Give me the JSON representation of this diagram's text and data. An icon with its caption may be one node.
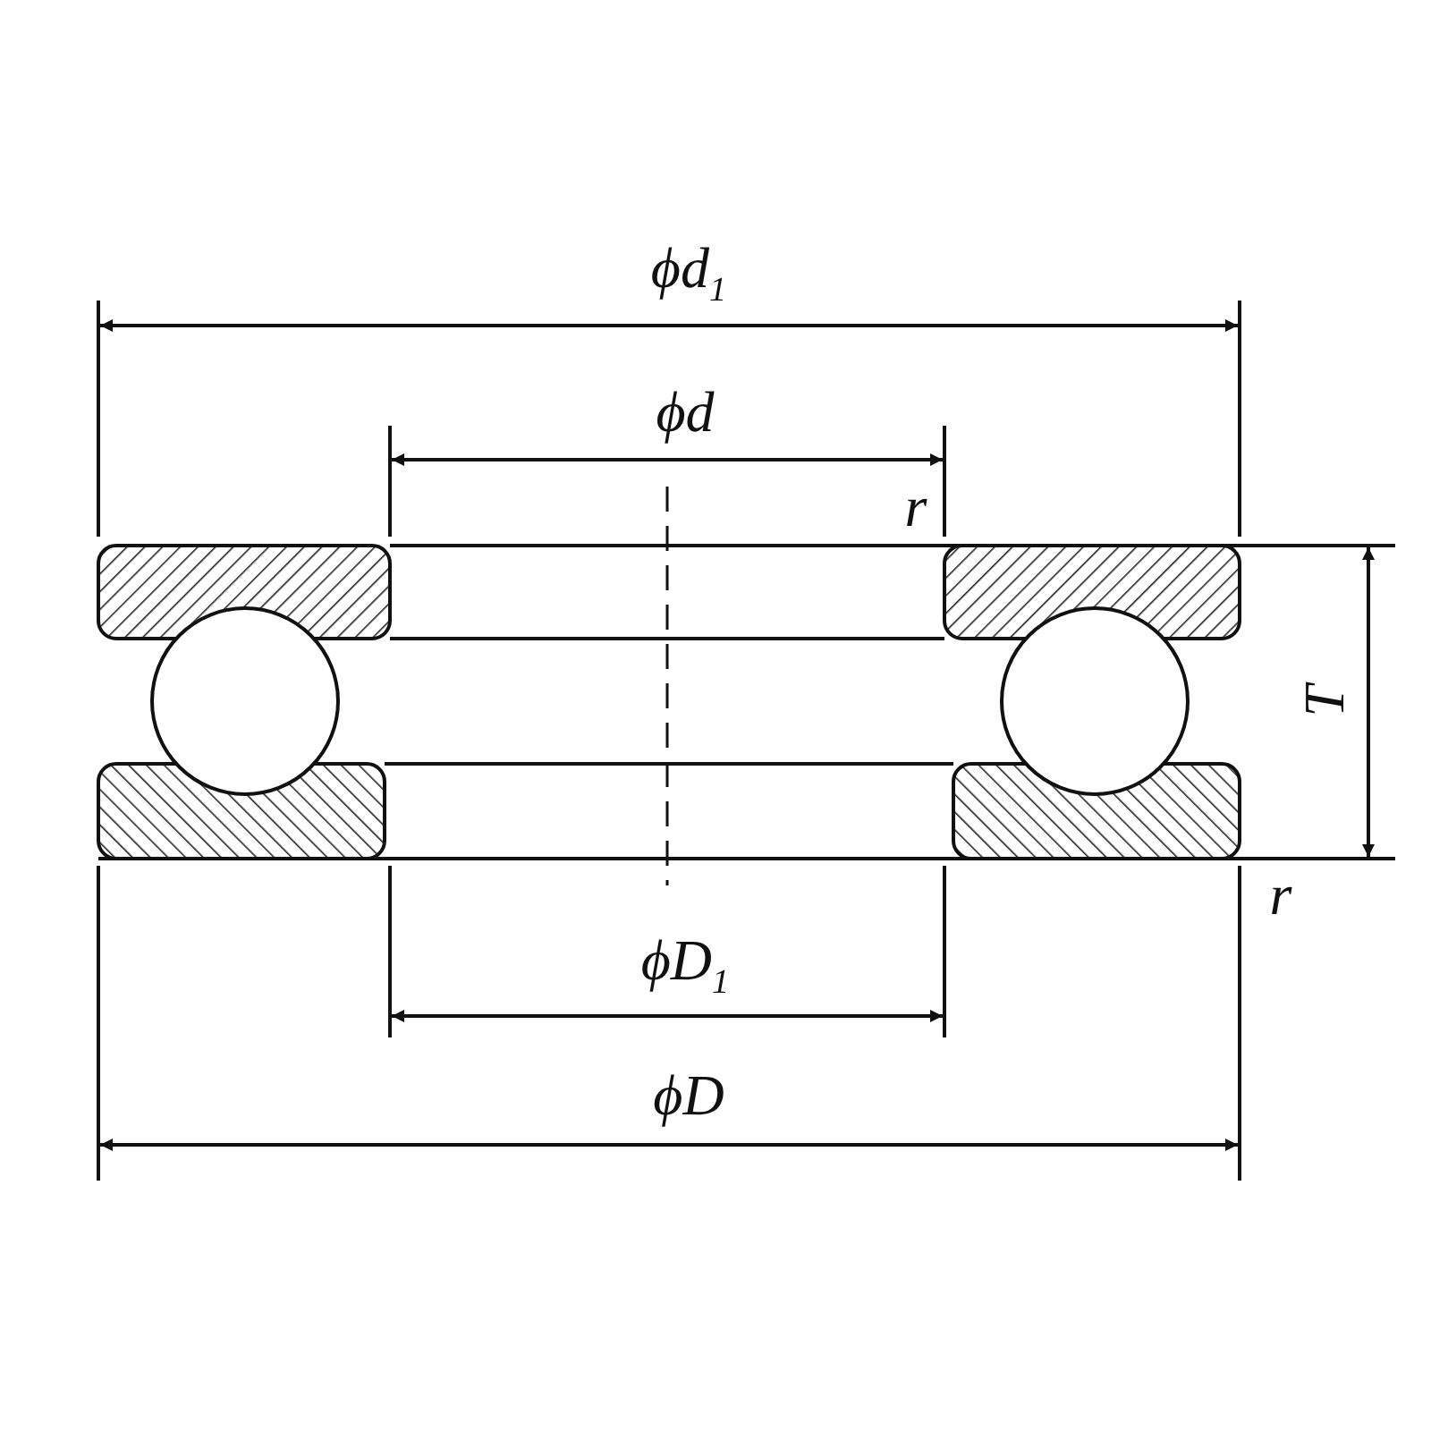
{
  "diagram": {
    "labels": [
      "ϕd$_{1}$",
      "ϕd",
      "r",
      "T",
      "r",
      "ϕD$_{1}$",
      "ϕD"
    ]
  }
}
